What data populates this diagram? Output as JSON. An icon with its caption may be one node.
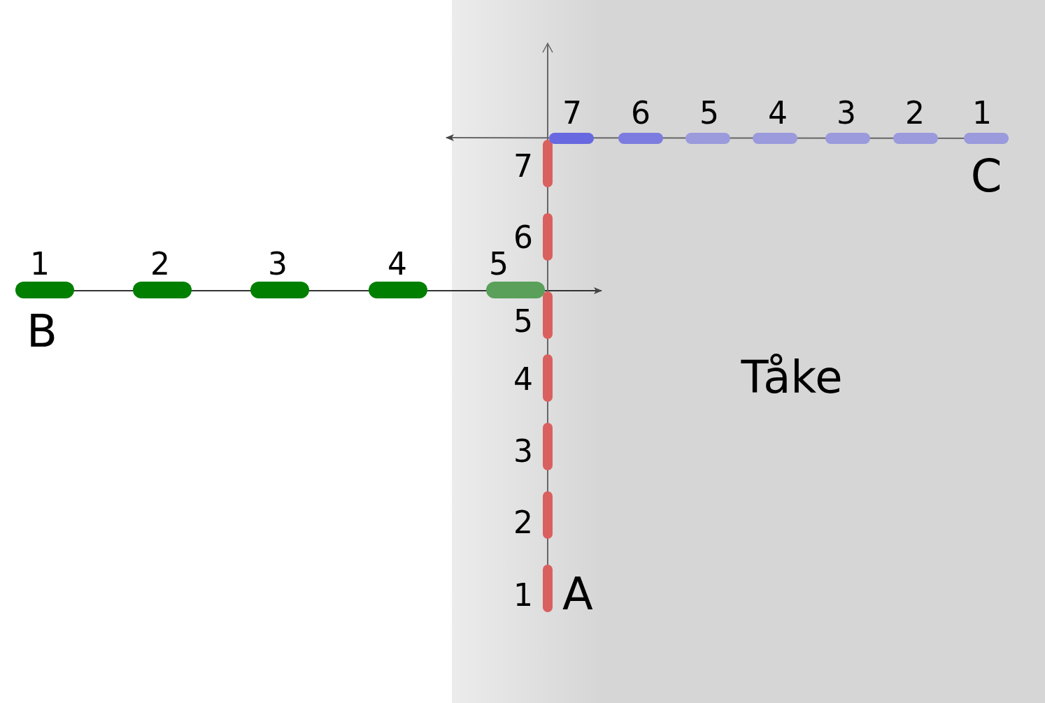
{
  "diagram": {
    "nodes": [
      {
        "text": [
          "Tåke"
        ]
      }
    ],
    "labels": [
      "7",
      "6",
      "5",
      "4",
      "3",
      "2",
      "1",
      "7",
      "C",
      "6",
      "1",
      "2",
      "3",
      "4",
      "5",
      "5",
      "B",
      "4",
      "3",
      "2",
      "1",
      "A"
    ]
  }
}
